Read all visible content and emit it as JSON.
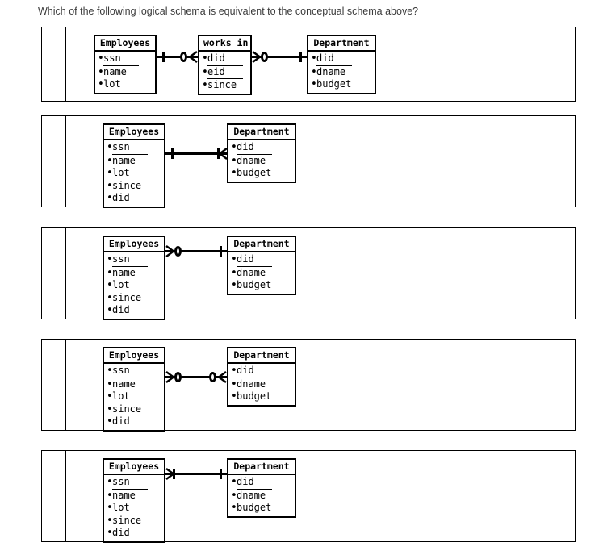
{
  "question": {
    "text": "Which of the following logical schema is equivalent to the conceptual schema above?"
  },
  "entities": {
    "employees_3": {
      "title": "Employees",
      "attributes": [
        {
          "name": "ssn",
          "key": true
        },
        {
          "name": "name",
          "key": false
        },
        {
          "name": "lot",
          "key": false
        }
      ]
    },
    "employees_5": {
      "title": "Employees",
      "attributes": [
        {
          "name": "ssn",
          "key": true
        },
        {
          "name": "name",
          "key": false
        },
        {
          "name": "lot",
          "key": false
        },
        {
          "name": "since",
          "key": false
        },
        {
          "name": "did",
          "key": false
        }
      ]
    },
    "works_in": {
      "title": "works in",
      "attributes": [
        {
          "name": "did",
          "key": true
        },
        {
          "name": "eid",
          "key": true
        },
        {
          "name": "since",
          "key": false
        }
      ]
    },
    "department": {
      "title": "Department",
      "attributes": [
        {
          "name": "did",
          "key": true
        },
        {
          "name": "dname",
          "key": false
        },
        {
          "name": "budget",
          "key": false
        }
      ]
    }
  },
  "options": [
    {
      "id": "option-a",
      "tables": [
        "Employees",
        "works in",
        "Department"
      ],
      "relationships": [
        {
          "left_end": "one",
          "right_end": "zero-or-many"
        },
        {
          "left_end": "zero-or-many",
          "right_end": "one"
        }
      ]
    },
    {
      "id": "option-b",
      "tables": [
        "Employees",
        "Department"
      ],
      "relationships": [
        {
          "left_end": "one",
          "right_end": "one-or-many"
        }
      ]
    },
    {
      "id": "option-c",
      "tables": [
        "Employees",
        "Department"
      ],
      "relationships": [
        {
          "left_end": "zero-or-many",
          "right_end": "one"
        }
      ]
    },
    {
      "id": "option-d",
      "tables": [
        "Employees",
        "Department"
      ],
      "relationships": [
        {
          "left_end": "zero-or-many",
          "right_end": "zero-or-many"
        }
      ]
    },
    {
      "id": "option-e",
      "tables": [
        "Employees",
        "Department"
      ],
      "relationships": [
        {
          "left_end": "one-or-many",
          "right_end": "one"
        }
      ]
    }
  ],
  "colors": {
    "line": "#000000",
    "text": "#000000",
    "question_text": "#3b3b3b",
    "background": "#ffffff"
  }
}
